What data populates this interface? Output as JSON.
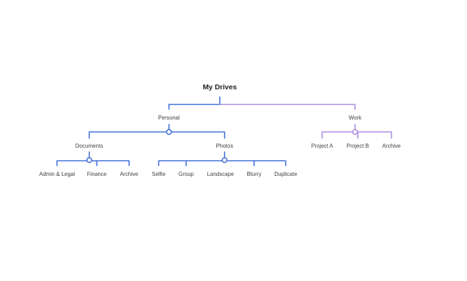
{
  "root": {
    "label": "My Drives"
  },
  "personal": {
    "label": "Personal",
    "documents": {
      "label": "Documents",
      "children": [
        "Admin & Legal",
        "Finance",
        "Archive"
      ]
    },
    "photos": {
      "label": "Photos",
      "children": [
        "Selfie",
        "Group",
        "Landscape",
        "Blurry",
        "Duplicate"
      ]
    }
  },
  "work": {
    "label": "Work",
    "children": [
      "Project A",
      "Project B",
      "Archive"
    ]
  },
  "colors": {
    "blue": "#3f6fd9",
    "purple": "#a98be6",
    "text": "#3c4043"
  }
}
